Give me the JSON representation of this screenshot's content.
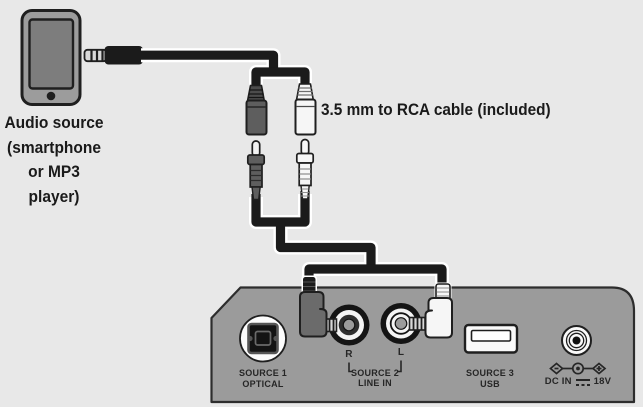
{
  "labels": {
    "audio_source": "Audio source\n(smartphone\nor MP3 player)",
    "cable": "3.5 mm to RCA cable (included)",
    "jack_r": "R",
    "jack_l": "L",
    "source1_line1": "SOURCE 1",
    "source1_line2": "OPTICAL",
    "source2_line1": "SOURCE 2",
    "source2_line2": "LINE IN",
    "source3_line1": "SOURCE 3",
    "source3_line2": "USB",
    "dc_prefix": "DC IN",
    "dc_suffix": "18V"
  },
  "icons": {
    "smartphone-icon": "smartphone / MP3 player outline",
    "aux-plug-icon": "3.5 mm TRS plug",
    "rca-female-r-icon": "dark (R) RCA coupler on cable",
    "rca-female-l-icon": "white (L) RCA coupler on cable",
    "rca-male-r-icon": "dark (R) RCA plug",
    "rca-male-l-icon": "white (L) RCA plug",
    "optical-port-icon": "TOSLINK optical input",
    "rca-jack-r-icon": "RCA input jack, right channel",
    "rca-jack-l-icon": "RCA input jack, left channel",
    "angled-plug-r-icon": "right-angle plug into R jack",
    "angled-plug-l-icon": "right-angle plug into L jack",
    "usb-port-icon": "USB type-A input",
    "dc-jack-icon": "DC power barrel jack",
    "polarity-icon": "center-positive polarity symbol",
    "dc-symbol-icon": "direct current symbol (solid over dashed line)"
  },
  "colors": {
    "background": "#e8e8e8",
    "panel": "#9b9b9b",
    "cable": "#1b1b1b",
    "cable_outline": "#ffffff",
    "connector_dark": "#5e5e5e",
    "connector_light": "#f6f6f6",
    "metal": "#d8d8d8",
    "text": "#1a1a1a",
    "panel_text": "#262626"
  }
}
